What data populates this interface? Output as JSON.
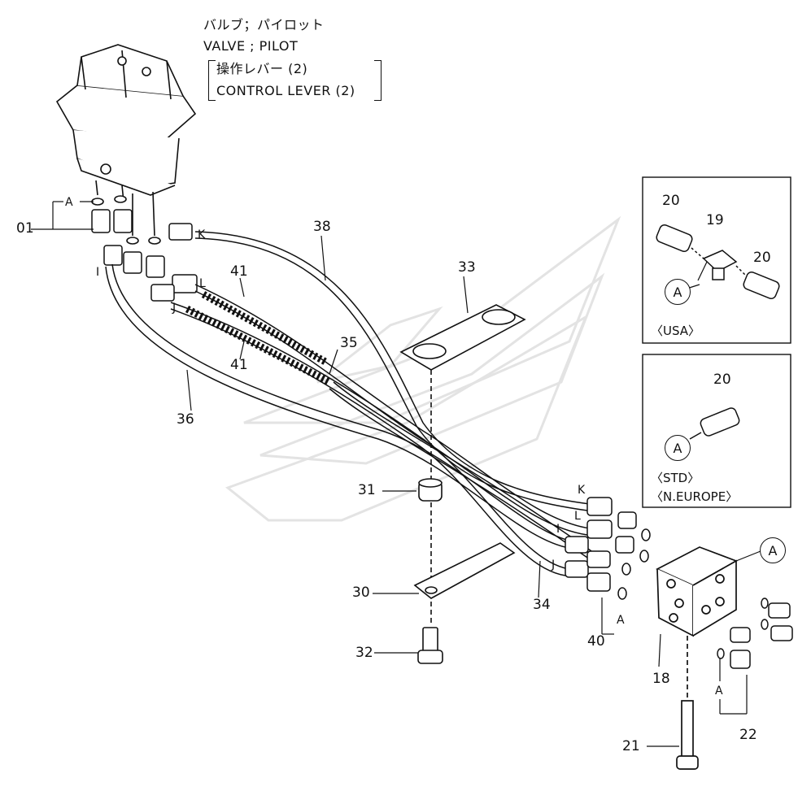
{
  "header": {
    "jp_title": "バルブ；パイロット",
    "en_title": "VALVE ; PILOT",
    "jp_subtitle": "操作レバー (2)",
    "en_subtitle": "CONTROL LEVER (2)"
  },
  "callouts": {
    "p01": "01",
    "p18": "18",
    "p19": "19",
    "p20a": "20",
    "p20b": "20",
    "p20c": "20",
    "p21": "21",
    "p22": "22",
    "p30": "30",
    "p31": "31",
    "p32": "32",
    "p33": "33",
    "p34": "34",
    "p35": "35",
    "p36": "36",
    "p38": "38",
    "p40": "40",
    "p41a": "41",
    "p41b": "41"
  },
  "letters": {
    "a_top": "A",
    "a_40": "A",
    "a_22": "A",
    "k_top": "K",
    "l_top": "L",
    "j_top": "J",
    "i_top": "I",
    "k_bot": "K",
    "l_bot": "L",
    "i_bot": "I",
    "j_bot": "J"
  },
  "circled": {
    "main": "A",
    "usa": "A",
    "std": "A"
  },
  "insets": {
    "usa": "〈USA〉",
    "std": "〈STD〉",
    "neu": "〈N.EUROPE〉"
  },
  "colors": {
    "line": "#111111",
    "watermark": "#e6e6e6"
  }
}
